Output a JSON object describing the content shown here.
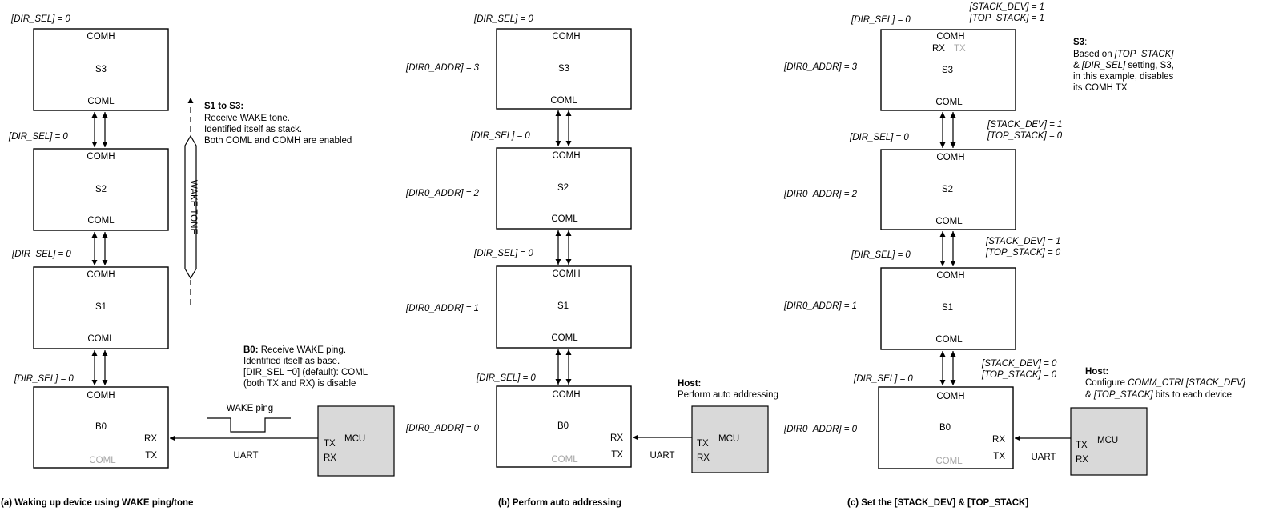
{
  "colors": {
    "mcu_fill": "#d9d9d9",
    "disabled_text": "#a6a6a6",
    "line": "#000000"
  },
  "panel_a": {
    "caption": "(a) Waking up device using WAKE ping/tone",
    "devices": {
      "s3": "S3",
      "s2": "S2",
      "s1": "S1",
      "b0": "B0"
    },
    "ports": {
      "comh": "COMH",
      "coml": "COML",
      "rx": "RX",
      "tx": "TX"
    },
    "dir_sel": "[DIR_SEL] = 0",
    "s1_to_s3": {
      "title": "S1 to S3:",
      "lines": [
        "Receive WAKE tone.",
        "Identified itself as stack.",
        "Both COML and COMH are enabled"
      ]
    },
    "wake_tone": "WAKE TONE",
    "b0_note": {
      "title": "B0:",
      "line1": " Receive WAKE ping.",
      "lines": [
        "Identified itself as base.",
        "[DIR_SEL =0] (default): COML",
        "(both TX and RX) is disable"
      ]
    },
    "wake_ping": "WAKE ping",
    "uart": "UART",
    "mcu": {
      "label": "MCU",
      "tx": "TX",
      "rx": "RX"
    }
  },
  "panel_b": {
    "caption": "(b) Perform auto addressing",
    "devices": {
      "s3": "S3",
      "s2": "S2",
      "s1": "S1",
      "b0": "B0"
    },
    "ports": {
      "comh": "COMH",
      "coml": "COML",
      "rx": "RX",
      "tx": "TX"
    },
    "dir_sel": "[DIR_SEL] = 0",
    "addr": {
      "s3": "[DIR0_ADDR] = 3",
      "s2": "[DIR0_ADDR] = 2",
      "s1": "[DIR0_ADDR] = 1",
      "b0": "[DIR0_ADDR] = 0"
    },
    "host": {
      "title": "Host:",
      "line": "Perform auto addressing"
    },
    "uart": "UART",
    "mcu": {
      "label": "MCU",
      "tx": "TX",
      "rx": "RX"
    }
  },
  "panel_c": {
    "caption": "(c) Set the [STACK_DEV] & [TOP_STACK]",
    "devices": {
      "s3": "S3",
      "s2": "S2",
      "s1": "S1",
      "b0": "B0"
    },
    "ports": {
      "comh": "COMH",
      "coml": "COML",
      "rx": "RX",
      "tx": "TX"
    },
    "dir_sel": "[DIR_SEL] = 0",
    "addr": {
      "s3": "[DIR0_ADDR] = 3",
      "s2": "[DIR0_ADDR] = 2",
      "s1": "[DIR0_ADDR] = 1",
      "b0": "[DIR0_ADDR] = 0"
    },
    "stack": {
      "s3": {
        "stack_dev": "[STACK_DEV] = 1",
        "top_stack": "[TOP_STACK] = 1"
      },
      "s2": {
        "stack_dev": "[STACK_DEV] = 1",
        "top_stack": "[TOP_STACK] = 0"
      },
      "s1": {
        "stack_dev": "[STACK_DEV] = 1",
        "top_stack": "[TOP_STACK] = 0"
      },
      "b0": {
        "stack_dev": "[STACK_DEV] = 0",
        "top_stack": "[TOP_STACK] = 0"
      }
    },
    "s3_note": {
      "title": "S3",
      "colon": ":",
      "l1a": "Based on ",
      "l1b": "[TOP_STACK]",
      "l2a": "& ",
      "l2b": "[DIR_SEL]",
      "l2c": " setting, S3,",
      "l3": "in this example, disables",
      "l4": "its COMH TX"
    },
    "host": {
      "title": "Host:",
      "l1a": "Configure ",
      "l1b": "COMM_CTRL[STACK_DEV]",
      "l2a": "& ",
      "l2b": "[TOP_STACK]",
      "l2c": " bits to each device"
    },
    "uart": "UART",
    "mcu": {
      "label": "MCU",
      "tx": "TX",
      "rx": "RX"
    }
  }
}
